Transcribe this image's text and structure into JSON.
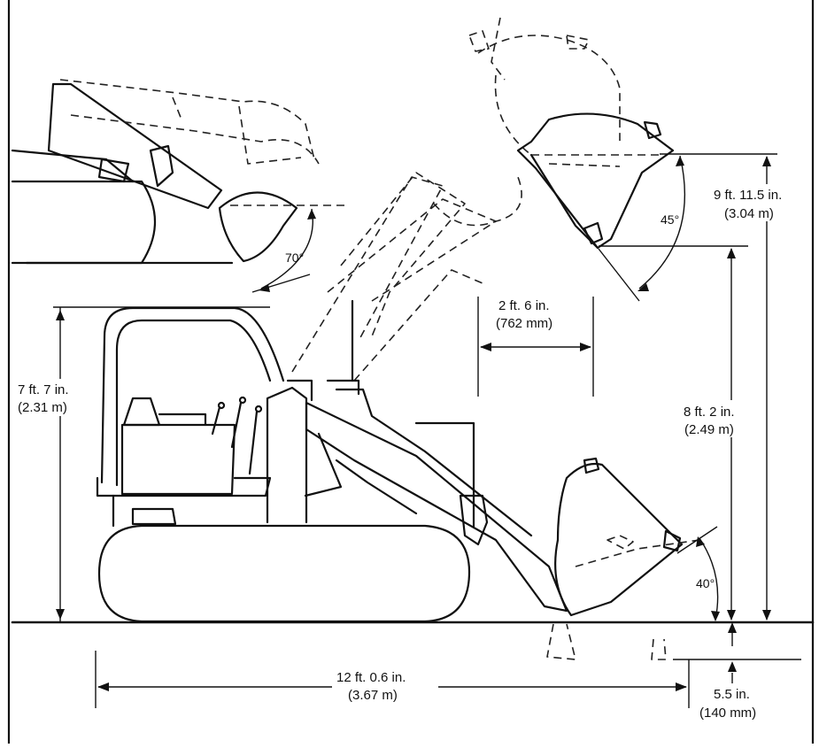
{
  "colors": {
    "ink": "#111111",
    "paper": "#ffffff"
  },
  "dimensions": {
    "overall_length": [
      "12 ft. 0.6 in.",
      "(3.67 m)"
    ],
    "cab_height": [
      "7 ft. 7 in.",
      "(2.31 m)"
    ],
    "reach": [
      "2 ft. 6 in.",
      "(762 mm)"
    ],
    "hinge_pin_height": [
      "9 ft. 11.5 in.",
      "(3.04 m)"
    ],
    "dump_clearance": [
      "8 ft. 2 in.",
      "(2.49 m)"
    ],
    "digging_depth": [
      "5.5 in.",
      "(140 mm)"
    ]
  },
  "angles": {
    "dump_angle": "45°",
    "ground_rollback": "40°",
    "carry_rollback": "70°"
  }
}
